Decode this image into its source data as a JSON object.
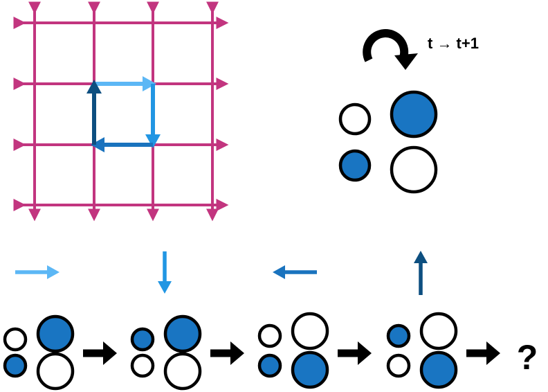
{
  "colors": {
    "grid": "#c2357f",
    "light_blue": "#5cb7f5",
    "mid_blue": "#2196e3",
    "blue": "#1a73be",
    "dark_blue": "#0d4f80",
    "circle_fill": "#1975c2",
    "outline": "#000000"
  },
  "caption": {
    "time_step": "t → t+1",
    "question": "?"
  },
  "icons": {
    "cycle": "clockwise-arrow-icon",
    "step_arrow": "right-arrow-icon"
  },
  "grid": {
    "rows": 4,
    "cols": 4
  },
  "loop": [
    "right",
    "down",
    "left",
    "up"
  ],
  "sequence": [
    {
      "direction": "right",
      "filled": [
        false,
        true,
        true,
        false
      ]
    },
    {
      "direction": "down",
      "filled": [
        true,
        true,
        false,
        false
      ]
    },
    {
      "direction": "left",
      "filled": [
        false,
        false,
        true,
        true
      ]
    },
    {
      "direction": "up",
      "filled": [
        true,
        false,
        false,
        true
      ]
    }
  ],
  "result_state": {
    "filled": [
      false,
      true,
      true,
      false
    ]
  }
}
